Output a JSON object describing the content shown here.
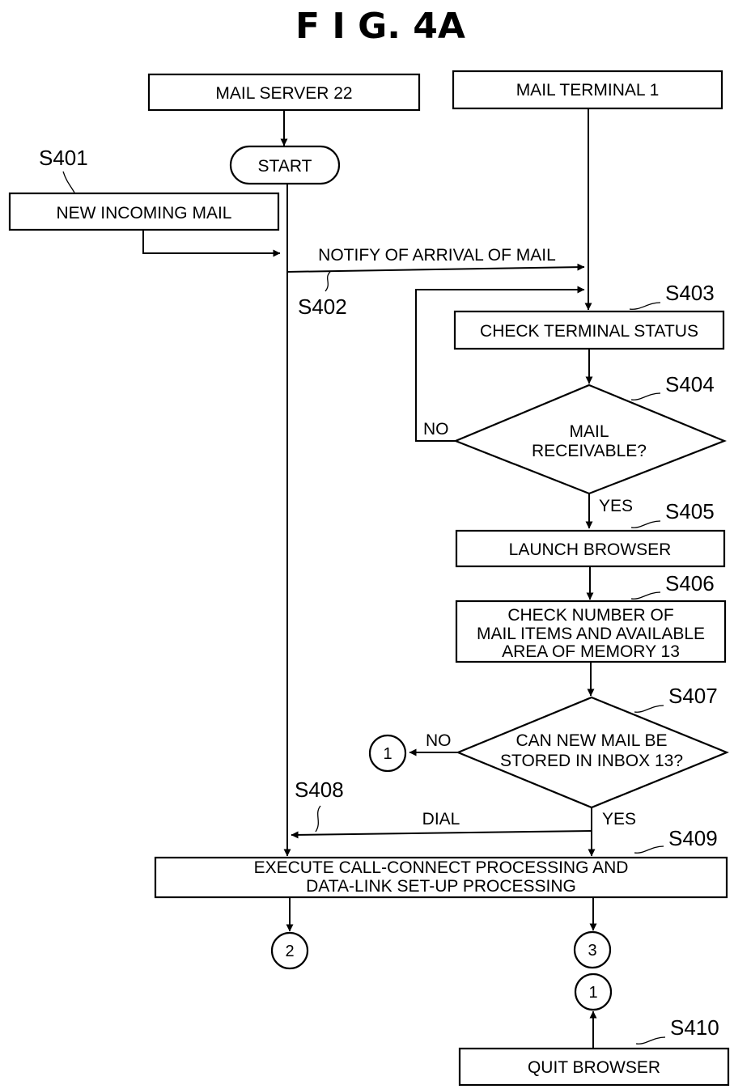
{
  "figure": {
    "title": "F I G.  4A"
  },
  "lanes": {
    "server": "MAIL SERVER 22",
    "terminal": "MAIL TERMINAL 1"
  },
  "nodes": {
    "start": "START",
    "s401": {
      "ref": "S401",
      "text": "NEW INCOMING MAIL"
    },
    "s402": {
      "ref": "S402",
      "text": "NOTIFY OF ARRIVAL OF MAIL"
    },
    "s403": {
      "ref": "S403",
      "text": "CHECK TERMINAL STATUS"
    },
    "s404": {
      "ref": "S404",
      "lines": [
        "MAIL",
        "RECEIVABLE?"
      ]
    },
    "s405": {
      "ref": "S405",
      "text": "LAUNCH BROWSER"
    },
    "s406": {
      "ref": "S406",
      "lines": [
        "CHECK NUMBER OF",
        "MAIL ITEMS AND AVAILABLE",
        "AREA OF MEMORY 13"
      ]
    },
    "s407": {
      "ref": "S407",
      "lines": [
        "CAN NEW MAIL BE",
        "STORED IN INBOX 13?"
      ]
    },
    "s408": {
      "ref": "S408",
      "text": "DIAL"
    },
    "s409": {
      "ref": "S409",
      "lines": [
        "EXECUTE CALL-CONNECT PROCESSING AND",
        "DATA-LINK SET-UP PROCESSING"
      ]
    },
    "s410": {
      "ref": "S410",
      "text": "QUIT BROWSER"
    }
  },
  "branch_labels": {
    "s404_no": "NO",
    "s404_yes": "YES",
    "s407_no": "NO",
    "s407_yes": "YES"
  },
  "connectors": {
    "c1_a": "1",
    "c2": "2",
    "c3": "3",
    "c1_b": "1"
  }
}
